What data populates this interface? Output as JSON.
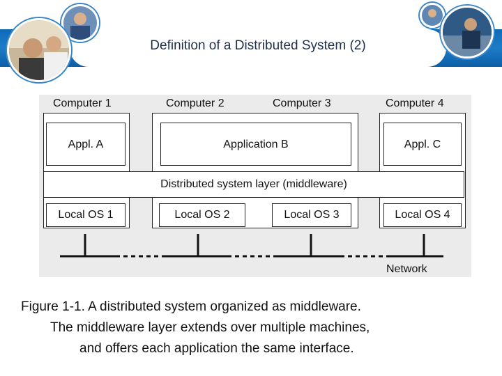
{
  "title": "Definition of a Distributed System (2)",
  "computers": [
    "Computer 1",
    "Computer 2",
    "Computer 3",
    "Computer 4"
  ],
  "applications": [
    "Appl. A",
    "Application B",
    "Appl. C"
  ],
  "middleware": "Distributed system layer (middleware)",
  "local_os": [
    "Local OS 1",
    "Local OS 2",
    "Local OS 3",
    "Local OS 4"
  ],
  "network": "Network",
  "caption": [
    "Figure 1-1. A distributed system organized as middleware.",
    "The middleware layer extends over multiple machines,",
    "and offers each  application the same interface."
  ]
}
